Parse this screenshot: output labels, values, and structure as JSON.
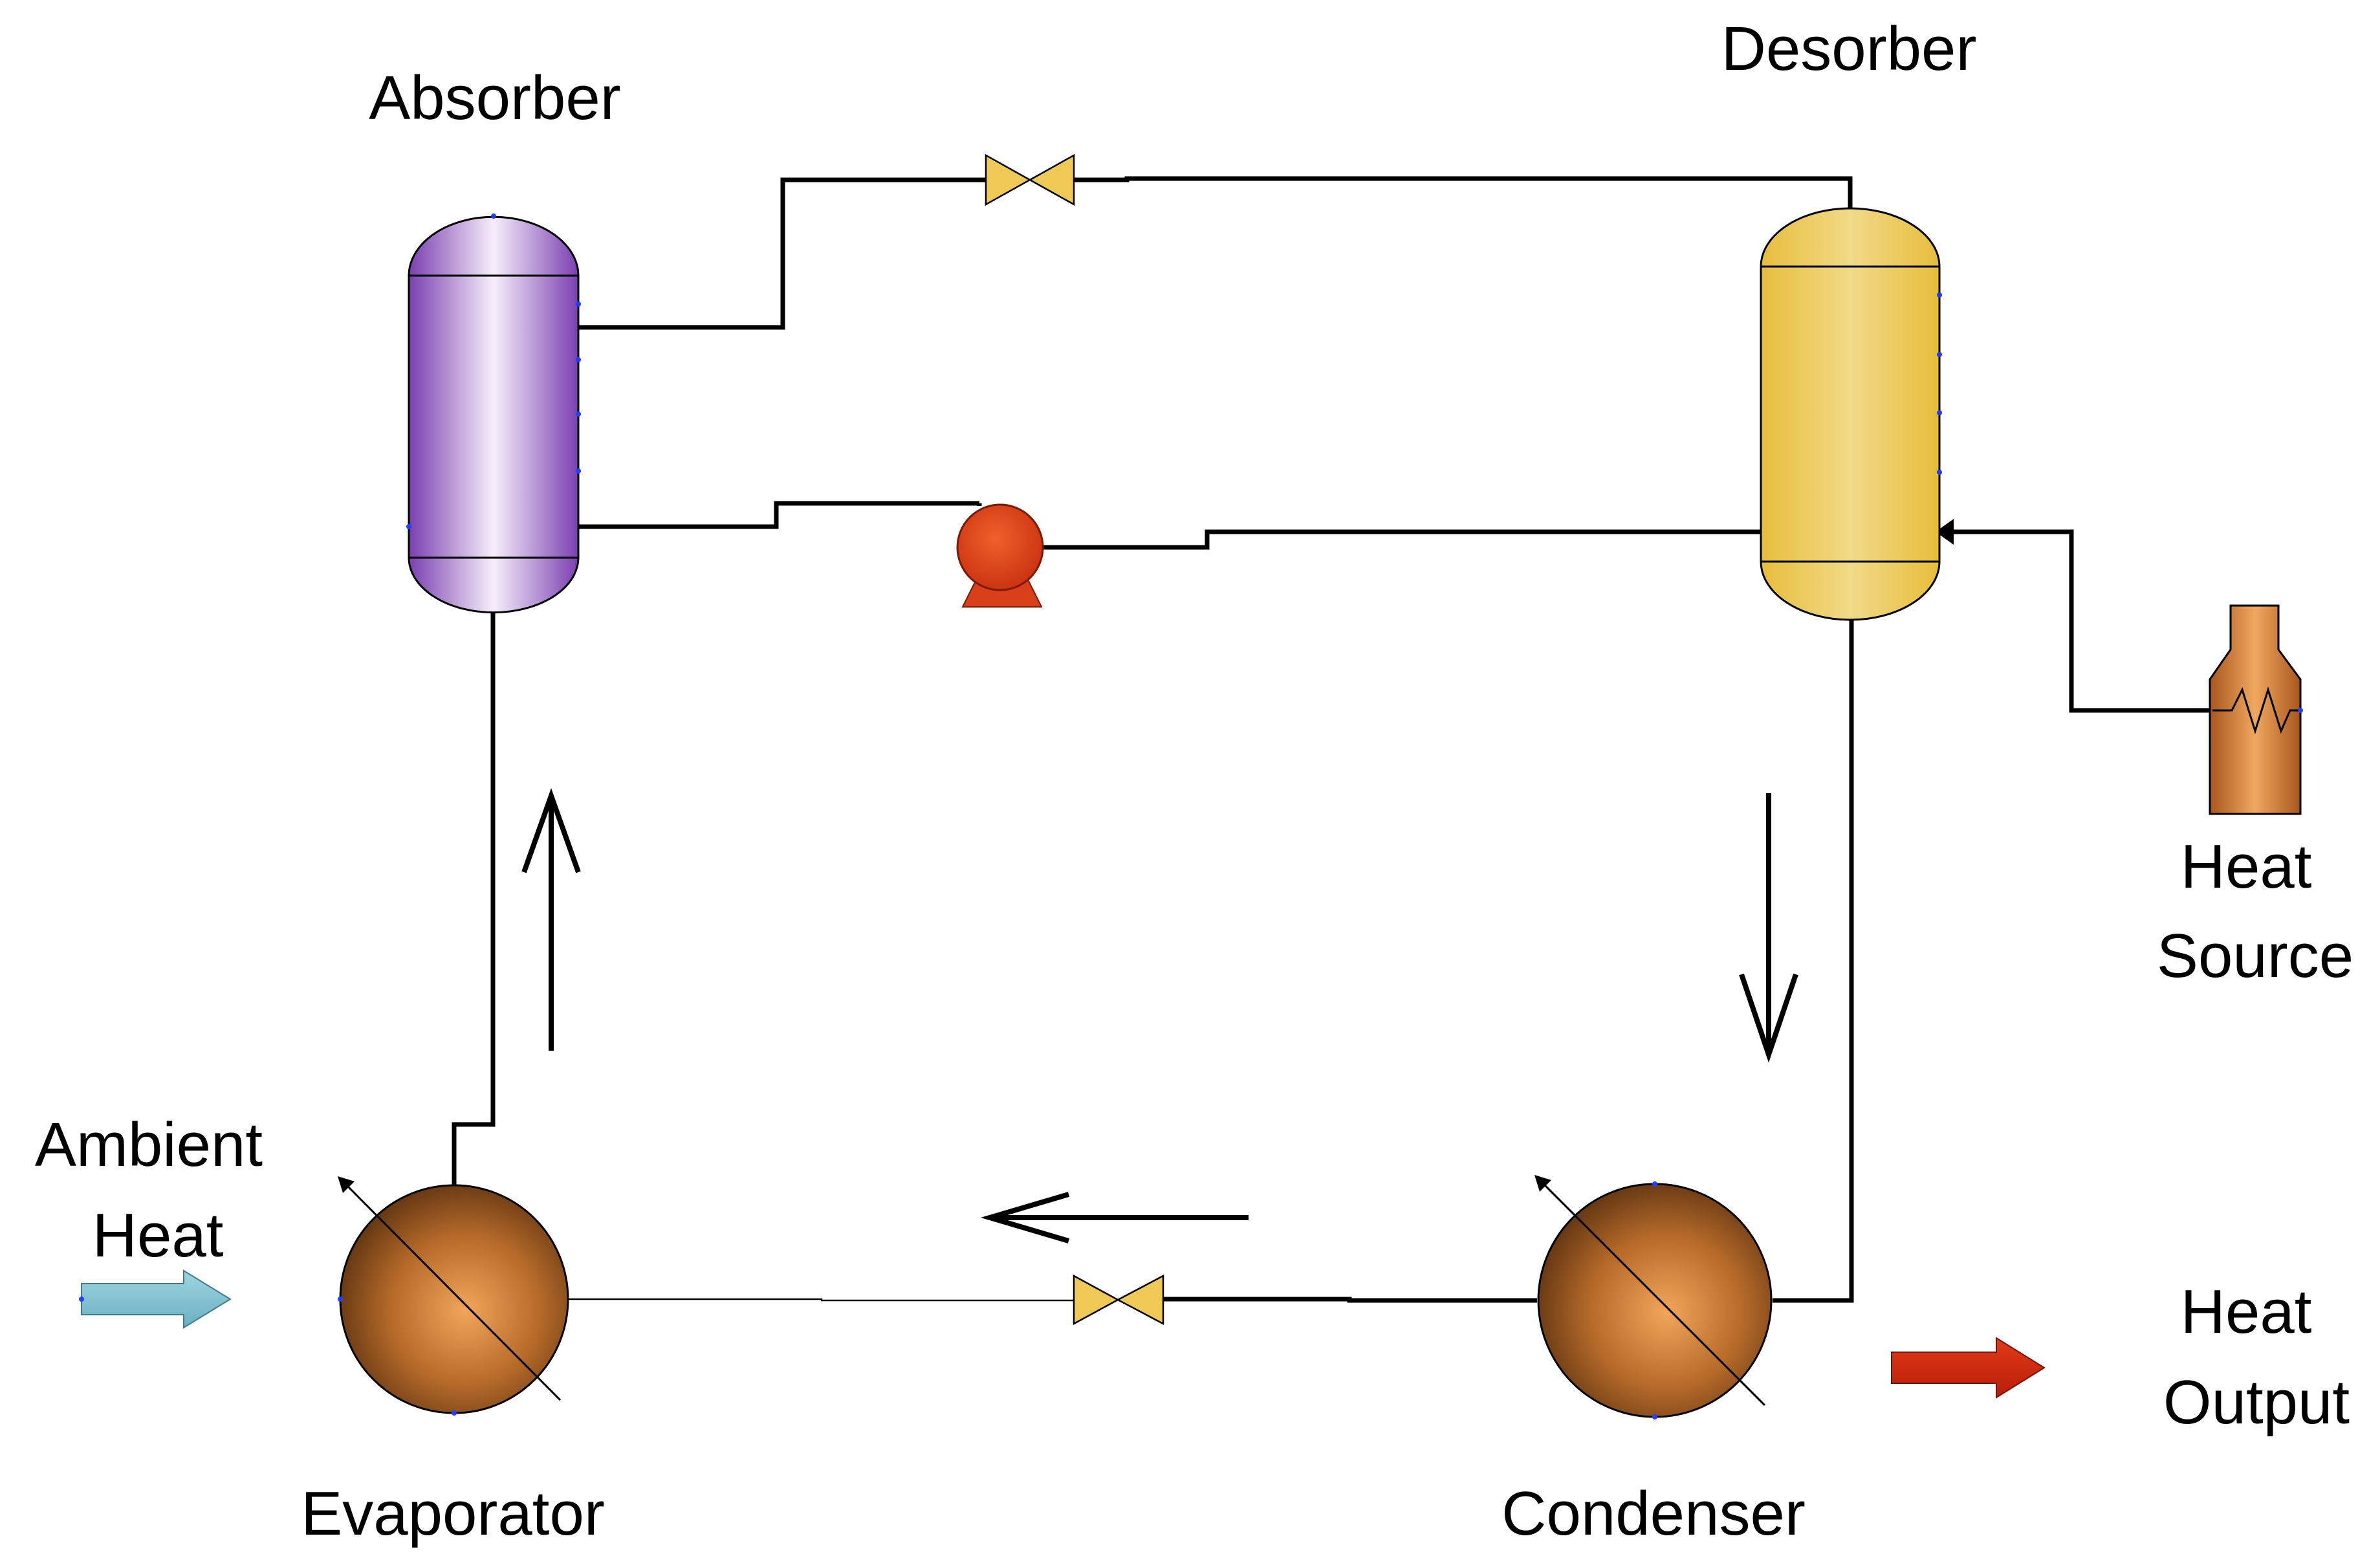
{
  "labels": {
    "absorber": "Absorber",
    "desorber": "Desorber",
    "heat_source_line1": "Heat",
    "heat_source_line2": "Source",
    "ambient_heat_line1": "Ambient",
    "ambient_heat_line2": "Heat",
    "heat_output_line1": "Heat",
    "heat_output_line2": "Output",
    "evaporator": "Evaporator",
    "condenser": "Condenser"
  },
  "colors": {
    "absorber": "#8e5bbf",
    "desorber": "#e8c34a",
    "pump": "#d8401a",
    "valve": "#eec955",
    "heat_exchanger": "#b0631f",
    "heat_source": "#c77a2a",
    "ambient_arrow": "#7fbfcf",
    "output_arrow": "#d42a10"
  },
  "icons": {
    "absorber": "vertical-vessel-icon",
    "desorber": "vertical-vessel-icon",
    "pump": "centrifugal-pump-icon",
    "valve": "valve-icon",
    "evaporator": "heat-exchanger-icon",
    "condenser": "heat-exchanger-icon",
    "heat_source": "fired-heater-icon"
  }
}
